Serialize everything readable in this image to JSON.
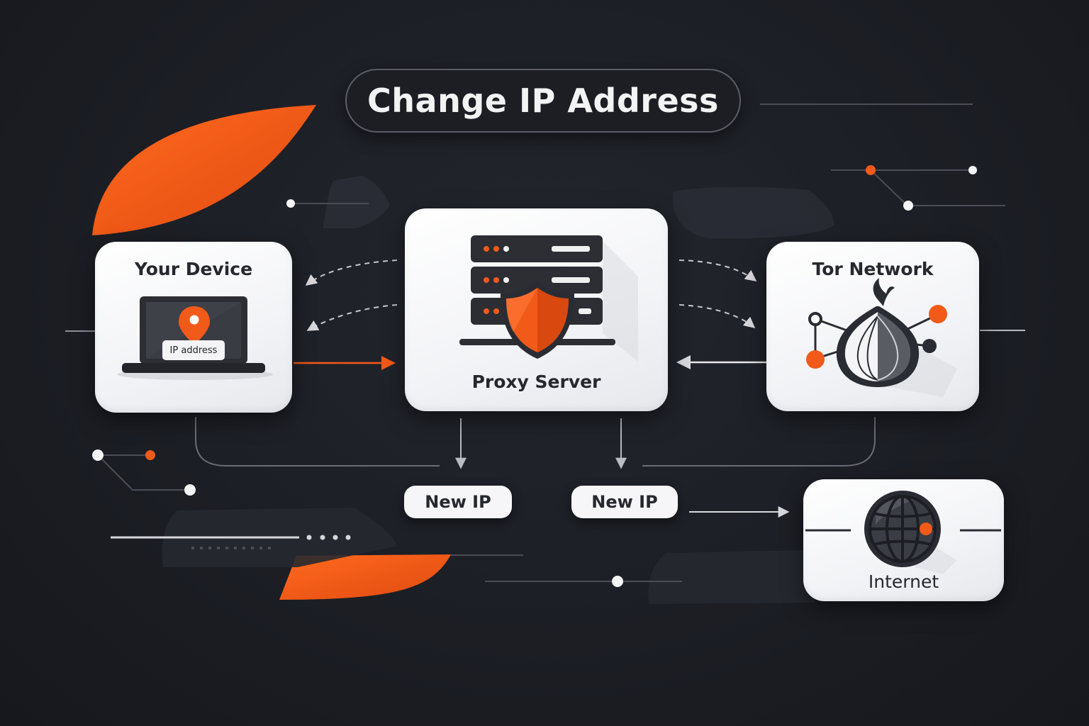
{
  "title": "Change IP Address",
  "nodes": {
    "device": {
      "label": "Your Device",
      "tag": "IP address"
    },
    "proxy": {
      "label": "Proxy Server"
    },
    "tor": {
      "label": "Tor Network"
    },
    "internet": {
      "label": "Internet"
    }
  },
  "new_ip_labels": [
    "New IP",
    "New IP"
  ],
  "colors": {
    "accent": "#f25a1a",
    "background": "#1b1d24",
    "card": "#f4f5f7",
    "dark": "#2a2c33"
  }
}
